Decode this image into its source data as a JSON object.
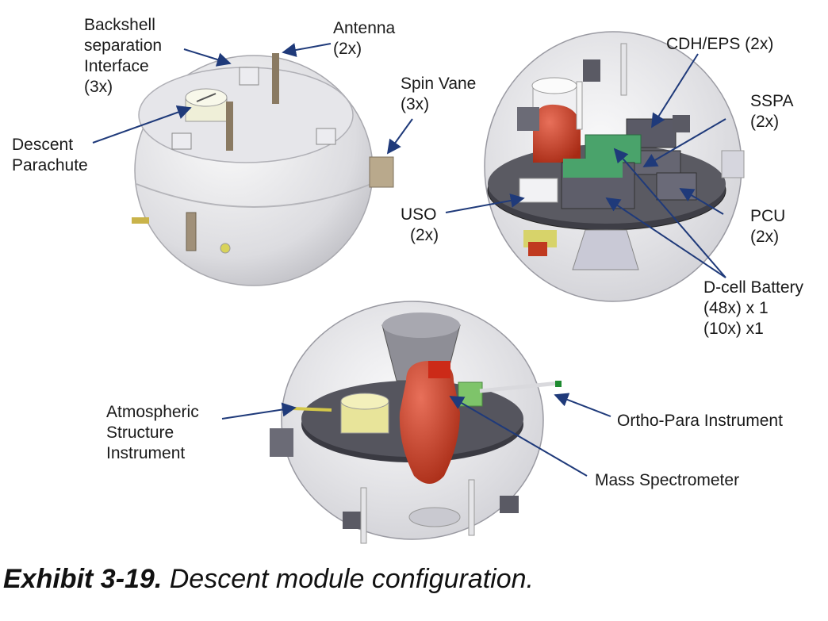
{
  "labels": {
    "backshell": [
      "Backshell",
      "separation",
      "Interface",
      "(3x)"
    ],
    "antenna": [
      "Antenna",
      "(2x)"
    ],
    "spin_vane": [
      "Spin Vane",
      "(3x)"
    ],
    "descent_parachute": [
      "Descent",
      "Parachute"
    ],
    "cdh_eps": "CDH/EPS (2x)",
    "sspa": [
      "SSPA",
      "(2x)"
    ],
    "uso": [
      "USO",
      "(2x)"
    ],
    "pcu": [
      "PCU",
      "(2x)"
    ],
    "dcell_battery": [
      "D-cell Battery",
      "(48x) x 1",
      "(10x) x1"
    ],
    "atmospheric": [
      "Atmospheric",
      "Structure",
      "Instrument"
    ],
    "ortho_para": "Ortho-Para Instrument",
    "mass_spec": "Mass Spectrometer"
  },
  "caption": {
    "number": "Exhibit 3-19.",
    "text": "Descent module configuration."
  },
  "colors": {
    "shell": "#d9d9de",
    "leader": "#1f3a7a",
    "spectrometer": "#c0391f",
    "battery_cells": "#4aa36b",
    "instrument_yellow": "#e8e49a"
  }
}
